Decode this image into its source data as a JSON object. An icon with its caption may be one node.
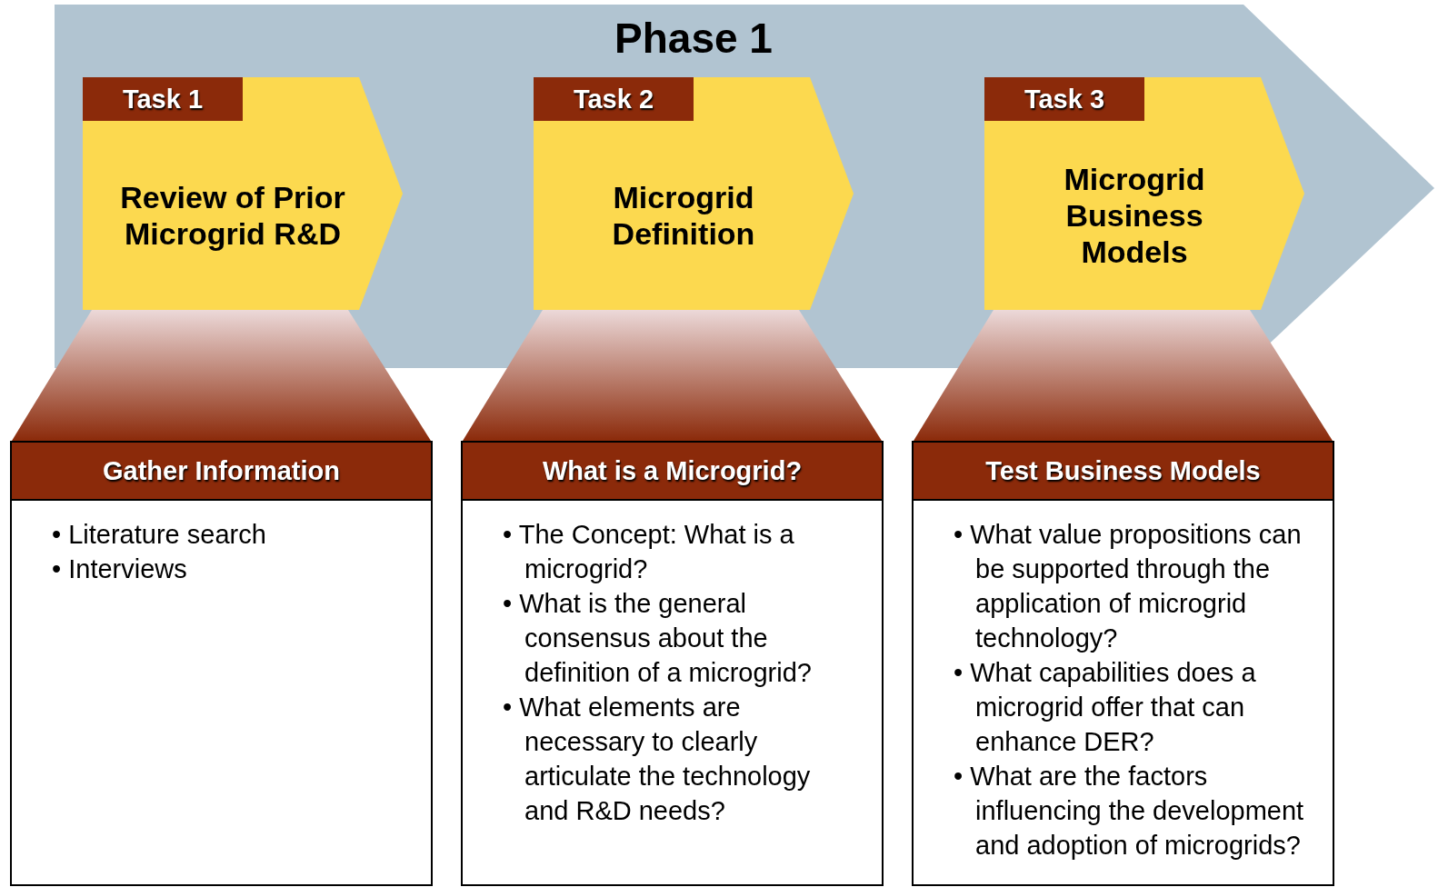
{
  "diagram": {
    "nodes": [
      {
        "text": [
          "Phase 1"
        ]
      },
      {
        "text": [
          "Task 1",
          "Review of Prior Microgrid R&D"
        ],
        "in": 0
      },
      {
        "text": [
          "Task 2",
          "Microgrid Definition"
        ],
        "in": 0
      },
      {
        "text": [
          "Task 3",
          "Microgrid Business Models"
        ],
        "in": 0
      },
      {
        "text": [
          "Gather Information",
          "• Literature search",
          "• Interviews"
        ]
      },
      {
        "text": [
          "What is a Microgrid?",
          "• The Concept: What is a microgrid?",
          "• What is the general consensus about the definition of a microgrid?",
          "• What elements are necessary to clearly articulate the technology and R&D needs?"
        ]
      },
      {
        "text": [
          "Test Business Models",
          "• What value propositions can be supported through the application of microgrid technology?",
          "• What capabilities does a microgrid offer that can enhance DER?",
          "• What are the factors influencing the development and adoption of microgrids?"
        ]
      }
    ],
    "edges": [
      {
        "from": 1,
        "to": 4,
        "arrow": "none",
        "style": "thick"
      },
      {
        "from": 2,
        "to": 5,
        "arrow": "none",
        "style": "thick"
      },
      {
        "from": 3,
        "to": 6,
        "arrow": "none",
        "style": "thick"
      }
    ]
  }
}
